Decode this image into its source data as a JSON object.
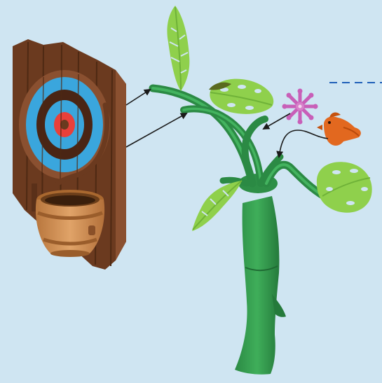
{
  "colors": {
    "background": "#cfe5f2",
    "wood": "#6b3a1f",
    "wood_light": "#8a5030",
    "target_blue": "#2f9fd8",
    "target_red": "#e8403a",
    "barrel": "#d49358",
    "trunk": "#2e8f47",
    "trunk_light": "#3ea857",
    "leaf": "#8fd04c",
    "flower": "#c85fb8",
    "bird": "#e2681f",
    "arrow": "#1a1a1a",
    "dashed_line": "#1f5fb8"
  },
  "parts": {
    "target_board": "wooden-target-board",
    "barrel": "barrel",
    "tree": "tree-trunk",
    "leaves": [
      "leaf-top",
      "leaf-mid",
      "leaf-right",
      "leaf-left"
    ],
    "flower": "flower",
    "bird": "bird"
  },
  "arrows": [
    {
      "from": "target-board",
      "to": "tree-branch-upper"
    },
    {
      "from": "target-board",
      "to": "tree-branch-lower"
    },
    {
      "from": "flower",
      "to": "tree-branch-middle"
    },
    {
      "from": "bird",
      "to": "tree-branch-right"
    }
  ]
}
